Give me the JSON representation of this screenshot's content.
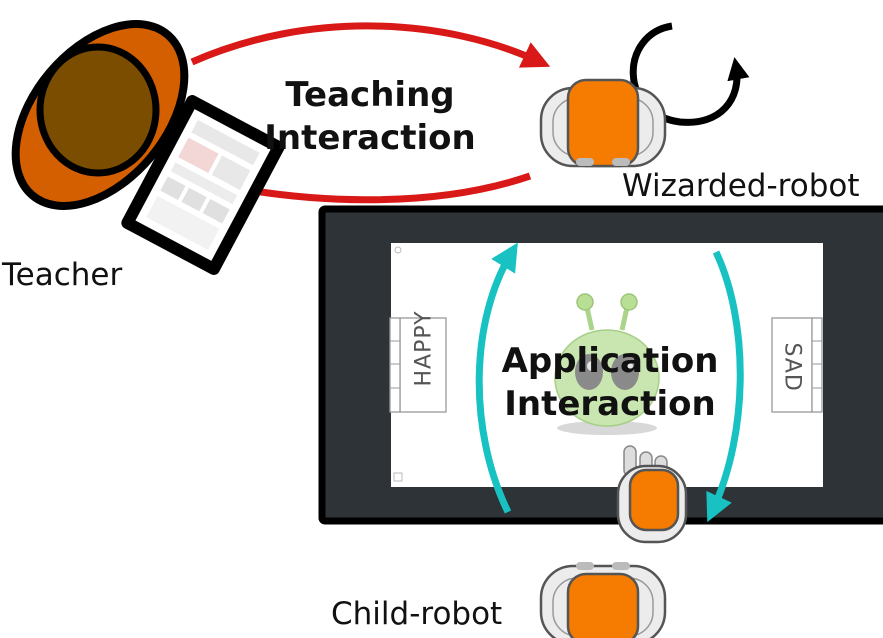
{
  "labels": {
    "teaching_line1": "Teaching",
    "teaching_line2": "Interaction",
    "application_line1": "Application",
    "application_line2": "Interaction",
    "teacher": "Teacher",
    "wizarded_robot": "Wizarded-robot",
    "child_robot": "Child-robot"
  },
  "screen": {
    "left_button": "HAPPY",
    "right_button": "SAD"
  },
  "colors": {
    "teaching_arrow": "#d91818",
    "application_arrow": "#19c2c2",
    "robot_body": "#f57c00",
    "teacher_head": "#7a4d00",
    "teacher_hair": "#d35f00",
    "screen_frame": "#2e3338"
  }
}
